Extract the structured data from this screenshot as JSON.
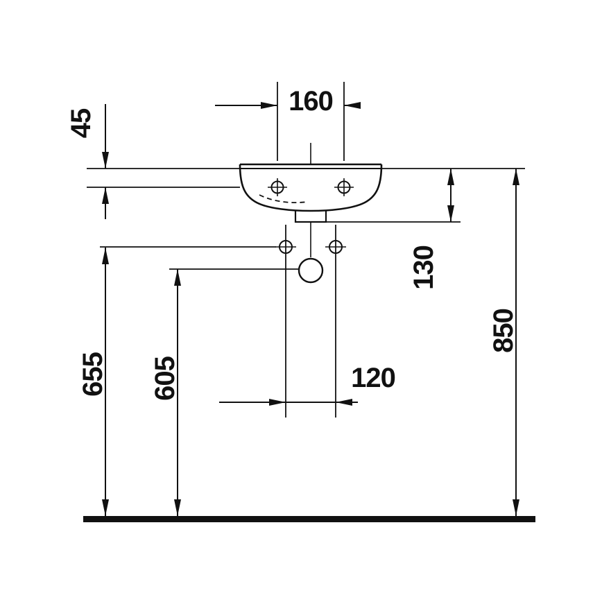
{
  "drawing": {
    "type": "technical-dimension-drawing",
    "subject": "wall-mounted-handrinse-basin-front-view",
    "line_color": "#111111",
    "background_color": "#ffffff",
    "dims": {
      "tap_spacing": "160",
      "rim_to_taps": "45",
      "rim_to_trap": "130",
      "floor_to_fixings": "655",
      "floor_to_drain": "605",
      "fixing_spacing": "120",
      "floor_to_rim": "850"
    }
  }
}
